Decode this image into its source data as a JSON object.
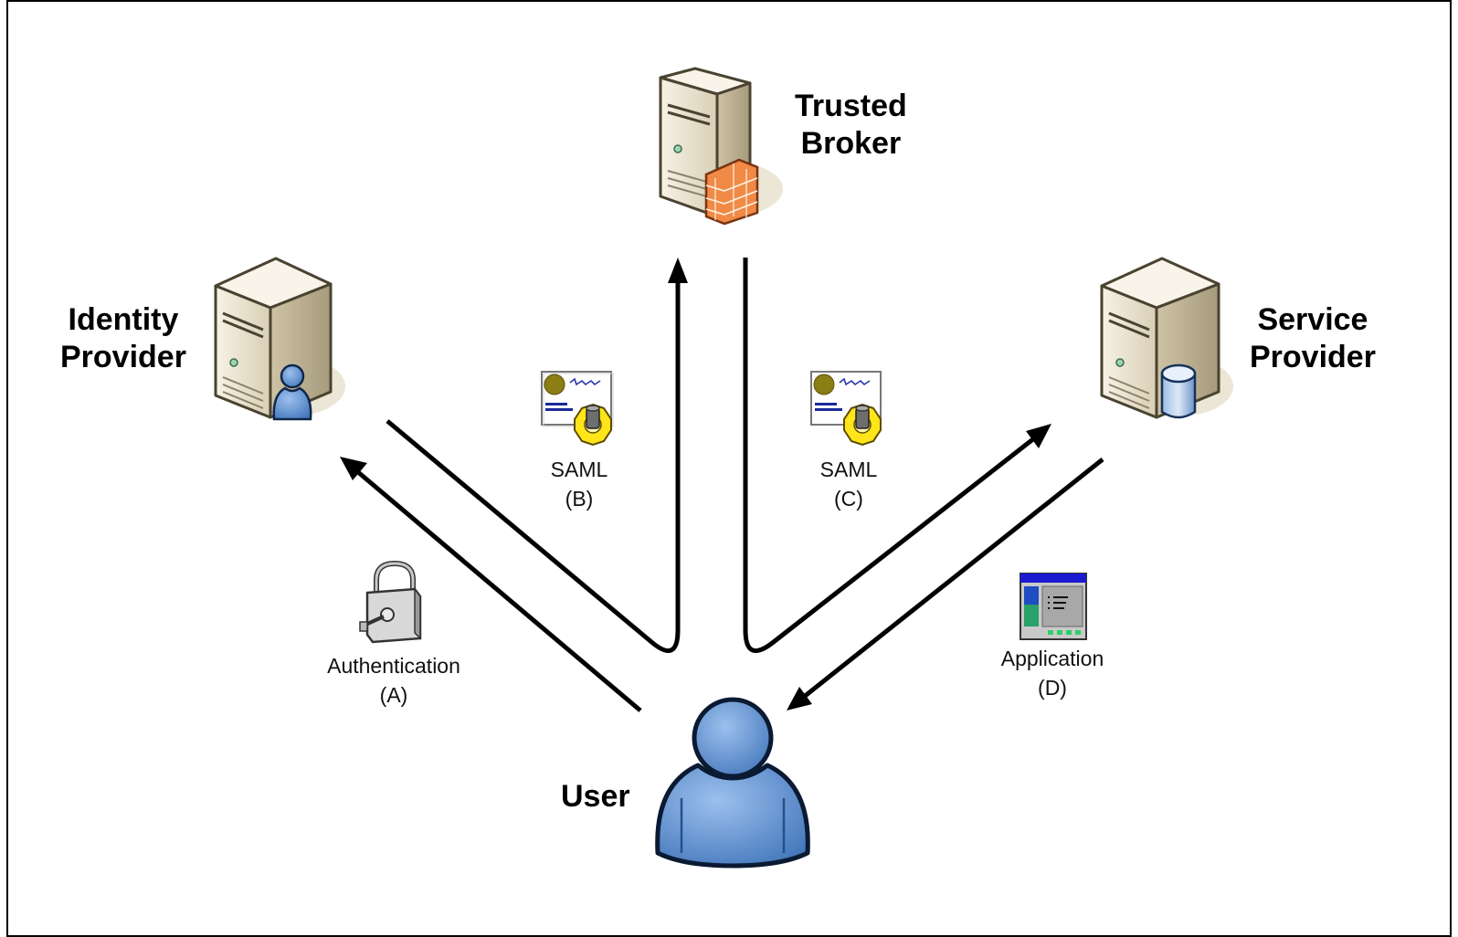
{
  "nodes": {
    "trusted_broker": {
      "line1": "Trusted",
      "line2": "Broker"
    },
    "identity_provider": {
      "line1": "Identity",
      "line2": "Provider"
    },
    "service_provider": {
      "line1": "Service",
      "line2": "Provider"
    },
    "user": {
      "label": "User"
    }
  },
  "edges": {
    "a": {
      "line1": "Authentication",
      "line2": "(A)",
      "icon": "padlock-key-icon"
    },
    "b": {
      "line1": "SAML",
      "line2": "(B)",
      "icon": "certificate-gear-icon"
    },
    "c": {
      "line1": "SAML",
      "line2": "(C)",
      "icon": "certificate-gear-icon"
    },
    "d": {
      "line1": "Application",
      "line2": "(D)",
      "icon": "application-window-icon"
    }
  },
  "colors": {
    "server_body": "#e8dfc8",
    "server_side": "#b9ad90",
    "user_blue": "#5b8fd0",
    "firewall": "#f07a3a",
    "arrow": "#000000"
  }
}
